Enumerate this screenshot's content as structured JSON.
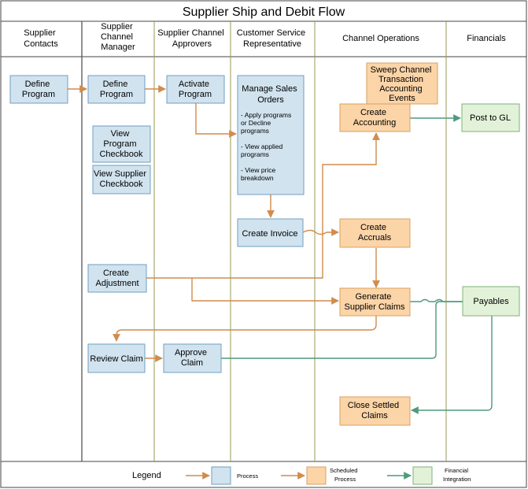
{
  "title": "Supplier Ship and Debit Flow",
  "lanes": [
    {
      "lines": [
        "Supplier",
        "Contacts"
      ]
    },
    {
      "lines": [
        "Supplier",
        "Channel",
        "Manager"
      ]
    },
    {
      "lines": [
        "Supplier Channel",
        "Approvers"
      ]
    },
    {
      "lines": [
        "Customer Service",
        "Representative"
      ]
    },
    {
      "lines": [
        "Channel Operations"
      ]
    },
    {
      "lines": [
        "Financials"
      ]
    }
  ],
  "nodes": {
    "define_program_contacts": {
      "lines": [
        "Define",
        "Program"
      ],
      "kind": "process"
    },
    "define_program_manager": {
      "lines": [
        "Define",
        "Program"
      ],
      "kind": "process"
    },
    "view_program_checkbook": {
      "lines": [
        "View",
        "Program",
        "Checkbook"
      ],
      "kind": "process"
    },
    "view_supplier_checkbook": {
      "lines": [
        "View Supplier",
        "Checkbook"
      ],
      "kind": "process"
    },
    "activate_program": {
      "lines": [
        "Activate",
        "Program"
      ],
      "kind": "process"
    },
    "manage_sales_orders": {
      "lines": [
        "Manage Sales",
        "Orders"
      ],
      "notes": [
        "- Apply programs",
        "or Decline",
        "programs",
        "- View applied",
        "programs",
        "- View price",
        "breakdown"
      ],
      "kind": "process"
    },
    "create_invoice": {
      "lines": [
        "Create Invoice"
      ],
      "kind": "process"
    },
    "sweep_channel_events": {
      "lines": [
        "Sweep Channel",
        "Transaction",
        "Accounting",
        "Events"
      ],
      "kind": "scheduled"
    },
    "create_accounting": {
      "lines": [
        "Create",
        "Accounting"
      ],
      "kind": "scheduled"
    },
    "create_accruals": {
      "lines": [
        "Create",
        "Accruals"
      ],
      "kind": "scheduled"
    },
    "generate_supplier_claims": {
      "lines": [
        "Generate",
        "Supplier Claims"
      ],
      "kind": "scheduled"
    },
    "close_settled_claims": {
      "lines": [
        "Close Settled",
        "Claims"
      ],
      "kind": "scheduled"
    },
    "create_adjustment": {
      "lines": [
        "Create",
        "Adjustment"
      ],
      "kind": "process"
    },
    "review_claim": {
      "lines": [
        "Review Claim"
      ],
      "kind": "process"
    },
    "approve_claim": {
      "lines": [
        "Approve",
        "Claim"
      ],
      "kind": "process"
    },
    "post_to_gl": {
      "lines": [
        "Post to GL"
      ],
      "kind": "financial"
    },
    "payables": {
      "lines": [
        "Payables"
      ],
      "kind": "financial"
    }
  },
  "legend": {
    "label": "Legend",
    "items": [
      {
        "lines": [
          "Process"
        ],
        "kind": "process"
      },
      {
        "lines": [
          "Scheduled",
          "Process"
        ],
        "kind": "scheduled"
      },
      {
        "lines": [
          "Financial",
          "Integration"
        ],
        "kind": "financial"
      }
    ]
  },
  "colors": {
    "process_fill": "#d1e3ef",
    "process_stroke": "#6f9fc0",
    "scheduled_fill": "#fbd4a7",
    "scheduled_stroke": "#d9a062",
    "financial_fill": "#e2f2d8",
    "financial_stroke": "#7fb27a",
    "process_arrow": "#d08c4d",
    "financial_arrow": "#4e9a7c",
    "lane_divider": "#9a9a55",
    "frame": "#444444"
  }
}
